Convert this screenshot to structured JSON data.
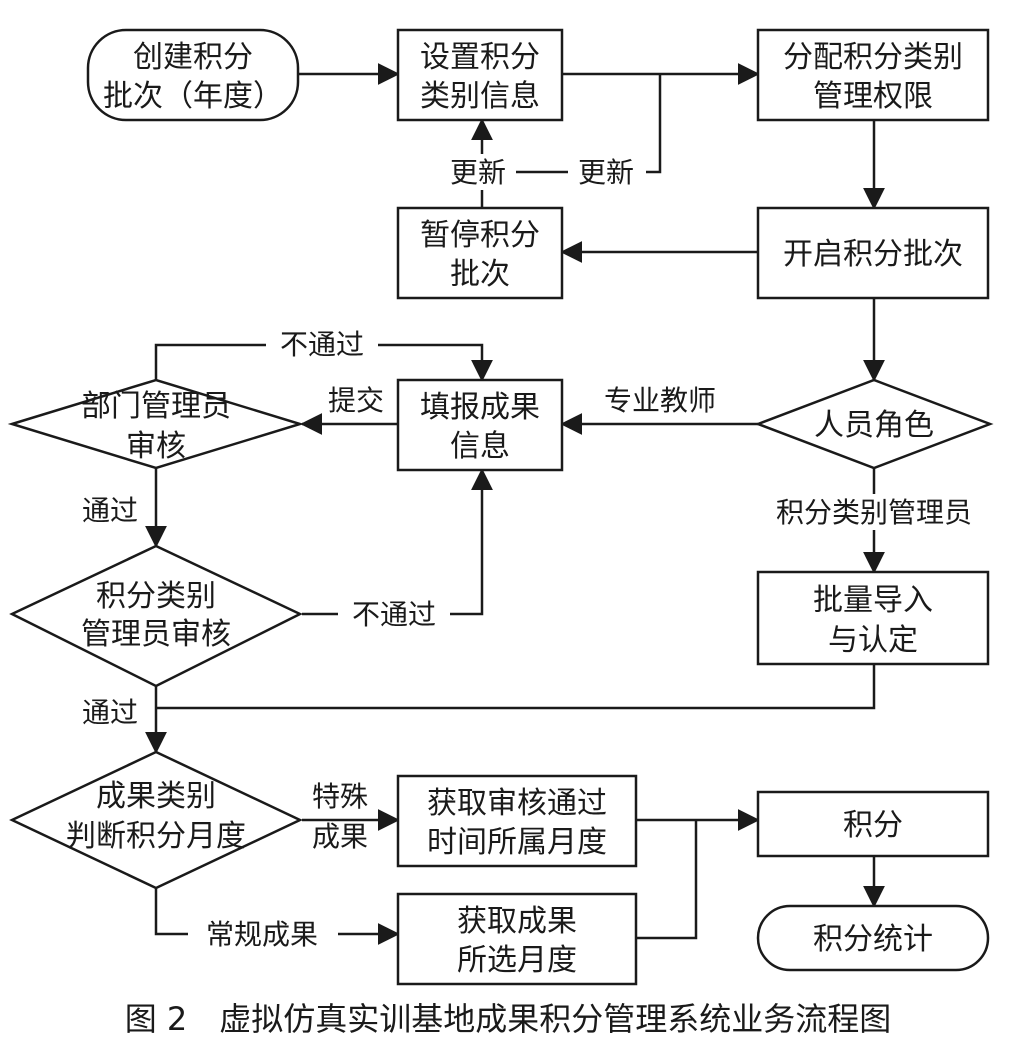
{
  "nodes": {
    "create_batch": [
      "创建积分",
      "批次（年度）"
    ],
    "set_category": [
      "设置积分",
      "类别信息"
    ],
    "assign_perm": [
      "分配积分类别",
      "管理权限"
    ],
    "pause_batch": [
      "暂停积分",
      "批次"
    ],
    "open_batch": [
      "开启积分批次"
    ],
    "dept_review": [
      "部门管理员",
      "审核"
    ],
    "fill_results": [
      "填报成果",
      "信息"
    ],
    "person_role": [
      "人员角色"
    ],
    "category_review": [
      "积分类别",
      "管理员审核"
    ],
    "batch_import": [
      "批量导入",
      "与认定"
    ],
    "judge_month": [
      "成果类别",
      "判断积分月度"
    ],
    "get_approval_month": [
      "获取审核通过",
      "时间所属月度"
    ],
    "get_selected_month": [
      "获取成果",
      "所选月度"
    ],
    "points": [
      "积分"
    ],
    "points_stats": [
      "积分统计"
    ]
  },
  "edge_labels": {
    "update_left": "更新",
    "update_right": "更新",
    "reject_top": "不通过",
    "submit": "提交",
    "teacher": "专业教师",
    "pass_1": "通过",
    "category_admin": "积分类别管理员",
    "reject_mid": "不通过",
    "pass_2": "通过",
    "special_1": "特殊",
    "special_2": "成果",
    "regular": "常规成果"
  },
  "caption": "图 2　虚拟仿真实训基地成果积分管理系统业务流程图"
}
